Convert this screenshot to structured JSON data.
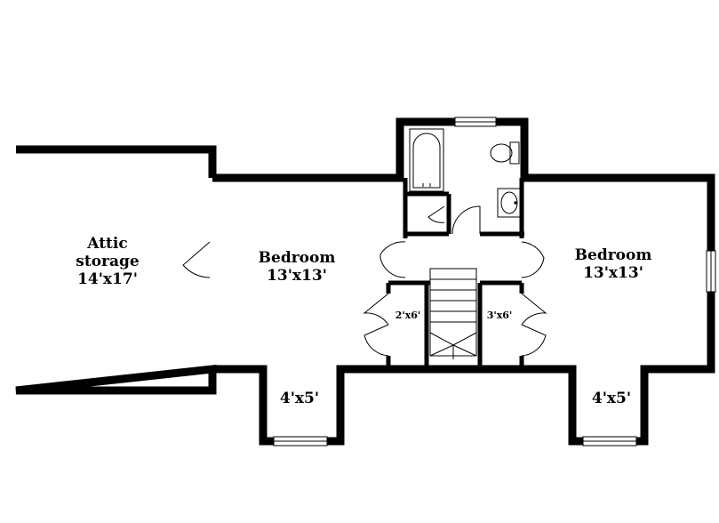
{
  "rooms": {
    "attic": {
      "line1": "Attic",
      "line2": "storage",
      "line3": "14'x17'"
    },
    "bedroom_left": {
      "line1": "Bedroom",
      "line2": "13'x13'"
    },
    "bedroom_right": {
      "line1": "Bedroom",
      "line2": "13'x13'"
    },
    "closet_left": {
      "size": "2'x6'"
    },
    "closet_right": {
      "size": "3'x6'"
    },
    "nook_left": {
      "size": "4'x5'"
    },
    "nook_right": {
      "size": "4'x5'"
    }
  }
}
